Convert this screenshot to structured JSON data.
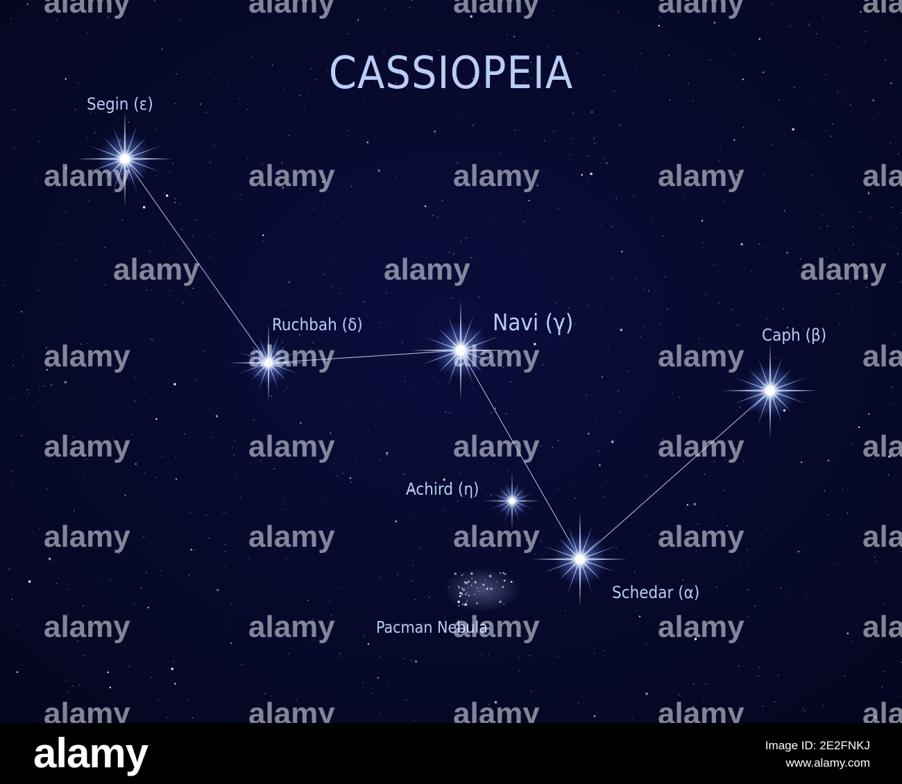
{
  "title": "CASSIOPEIA",
  "stars": [
    {
      "id": "segin",
      "label": "Segin (ε)"
    },
    {
      "id": "ruchbah",
      "label": "Ruchbah (δ)"
    },
    {
      "id": "navi",
      "label": "Navi (γ)"
    },
    {
      "id": "caph",
      "label": "Caph (β)"
    },
    {
      "id": "achird",
      "label": "Achird (η)"
    },
    {
      "id": "schedar",
      "label": "Schedar (α)"
    }
  ],
  "nebula_label": "Pacman Nebula",
  "watermark": "alamy",
  "footer": {
    "logo": "alamy",
    "image_id": "Image ID: 2E2FNKJ",
    "site": "www.alamy.com"
  },
  "colors": {
    "sky": "#06082e",
    "label": "#b8ccf6",
    "line": "#c9d8f5"
  }
}
